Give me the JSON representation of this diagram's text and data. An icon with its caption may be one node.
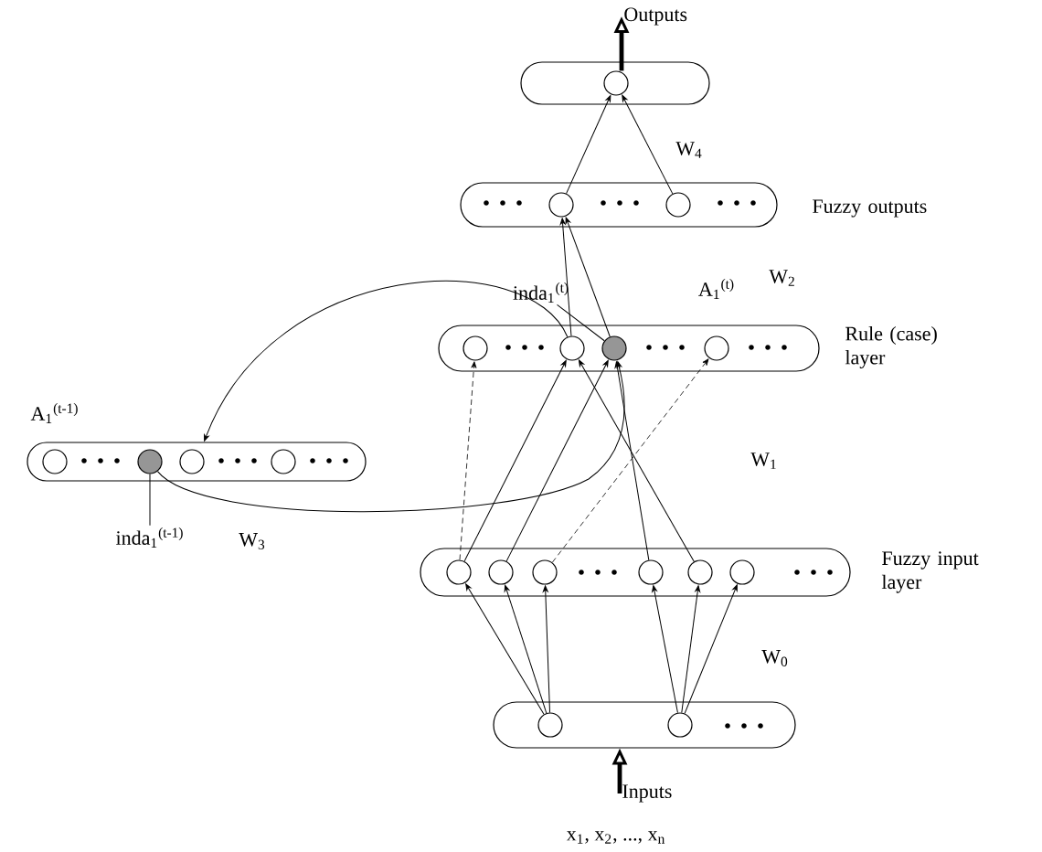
{
  "diagram": {
    "nodes": [
      {
        "text": [],
        "shape": "box"
      },
      {
        "text": [],
        "shape": "circle",
        "in": 0
      },
      {
        "text": [],
        "shape": "box",
        "beside": [
          "Fuzzy outputs"
        ]
      },
      {
        "text": [],
        "shape": "circle",
        "in": 2
      },
      {
        "text": [],
        "shape": "circle",
        "in": 2
      },
      {
        "text": [],
        "shape": "box",
        "beside": [
          "Rule (case) layer"
        ]
      },
      {
        "text": [],
        "shape": "circle",
        "in": 5
      },
      {
        "text": [],
        "shape": "circle",
        "in": 5
      },
      {
        "text": [],
        "shape": "circle",
        "in": 5
      },
      {
        "text": [],
        "shape": "circle",
        "in": 5
      },
      {
        "text": [
          "inda$_{1}$$^{(t)}$"
        ]
      },
      {
        "text": [],
        "shape": "box"
      },
      {
        "text": [],
        "shape": "circle",
        "in": 11
      },
      {
        "text": [],
        "shape": "circle",
        "in": 11
      },
      {
        "text": [],
        "shape": "circle",
        "in": 11
      },
      {
        "text": [],
        "shape": "circle",
        "in": 11
      },
      {
        "text": [
          "inda$_{1}$$^{(t-1)}$"
        ]
      },
      {
        "text": [],
        "shape": "box",
        "beside": [
          "Fuzzy input layer"
        ]
      },
      {
        "text": [],
        "shape": "circle",
        "in": 17
      },
      {
        "text": [],
        "shape": "circle",
        "in": 17
      },
      {
        "text": [],
        "shape": "circle",
        "in": 17
      },
      {
        "text": [],
        "shape": "circle",
        "in": 17
      },
      {
        "text": [],
        "shape": "circle",
        "in": 17
      },
      {
        "text": [],
        "shape": "circle",
        "in": 17
      },
      {
        "text": [],
        "shape": "box"
      },
      {
        "text": [],
        "shape": "circle",
        "in": 24
      },
      {
        "text": [],
        "shape": "circle",
        "in": 24
      },
      {
        "text": [
          "Outputs"
        ]
      },
      {
        "text": [
          "Inputs"
        ]
      }
    ],
    "edges": [
      {
        "from": 1,
        "to": 27,
        "arrow": "to",
        "style": "thick"
      },
      {
        "from": 3,
        "to": 1,
        "arrow": "to"
      },
      {
        "from": 4,
        "to": 1,
        "arrow": "to"
      },
      {
        "from": 7,
        "to": 3,
        "arrow": "to"
      },
      {
        "from": 8,
        "to": 3,
        "arrow": "to"
      },
      {
        "from": 18,
        "to": 6,
        "arrow": "to",
        "style": "dashed"
      },
      {
        "from": 18,
        "to": 7,
        "arrow": "to"
      },
      {
        "from": 19,
        "to": 8,
        "arrow": "to"
      },
      {
        "from": 20,
        "to": 9,
        "arrow": "to",
        "style": "dashed"
      },
      {
        "from": 21,
        "to": 8,
        "arrow": "to"
      },
      {
        "from": 22,
        "to": 7,
        "arrow": "to"
      },
      {
        "from": 25,
        "to": 18,
        "arrow": "to"
      },
      {
        "from": 25,
        "to": 19,
        "arrow": "to"
      },
      {
        "from": 25,
        "to": 20,
        "arrow": "to"
      },
      {
        "from": 26,
        "to": 21,
        "arrow": "to"
      },
      {
        "from": 26,
        "to": 22,
        "arrow": "to"
      },
      {
        "from": 26,
        "to": 23,
        "arrow": "to"
      },
      {
        "from": 7,
        "to": 11,
        "arrow": "to"
      },
      {
        "from": 13,
        "to": 8,
        "arrow": "to"
      },
      {
        "from": 10,
        "to": 8,
        "arrow": "none"
      },
      {
        "from": 16,
        "to": 13,
        "arrow": "none"
      },
      {
        "from": 28,
        "to": 24,
        "arrow": "to",
        "style": "thick"
      }
    ],
    "labels": [
      "W$_{4}$",
      "A$_{1}$$^{(t)}$",
      "W$_{2}$",
      "A$_{1}$$^{(t-1)}$",
      "W$_{1}$",
      "W$_{3}$",
      "W$_{0}$",
      "x$_{1}$, x$_{2}$, ..., x$_{n}$"
    ]
  }
}
